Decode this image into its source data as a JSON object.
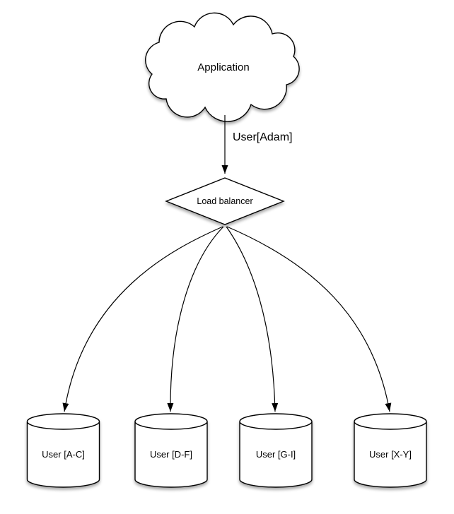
{
  "style": {
    "background": "#ffffff",
    "shape_fill": "#ffffff",
    "line_color": "#000000",
    "text_color": "#000000"
  },
  "diagram": {
    "nodes": {
      "application": {
        "shape": "cloud",
        "label": "Application"
      },
      "load_balancer": {
        "shape": "diamond",
        "label": "Load balancer"
      },
      "shards": [
        {
          "shape": "cylinder",
          "label": "User [A-C]"
        },
        {
          "shape": "cylinder",
          "label": "User [D-F]"
        },
        {
          "shape": "cylinder",
          "label": "User [G-I]"
        },
        {
          "shape": "cylinder",
          "label": "User [X-Y]"
        }
      ]
    },
    "edges": {
      "app_to_lb": {
        "from": "Application",
        "to": "Load balancer",
        "label": "User[Adam]"
      },
      "lb_to_shards": [
        {
          "from": "Load balancer",
          "to": "User [A-C]"
        },
        {
          "from": "Load balancer",
          "to": "User [D-F]"
        },
        {
          "from": "Load balancer",
          "to": "User [G-I]"
        },
        {
          "from": "Load balancer",
          "to": "User [X-Y]"
        }
      ]
    }
  }
}
